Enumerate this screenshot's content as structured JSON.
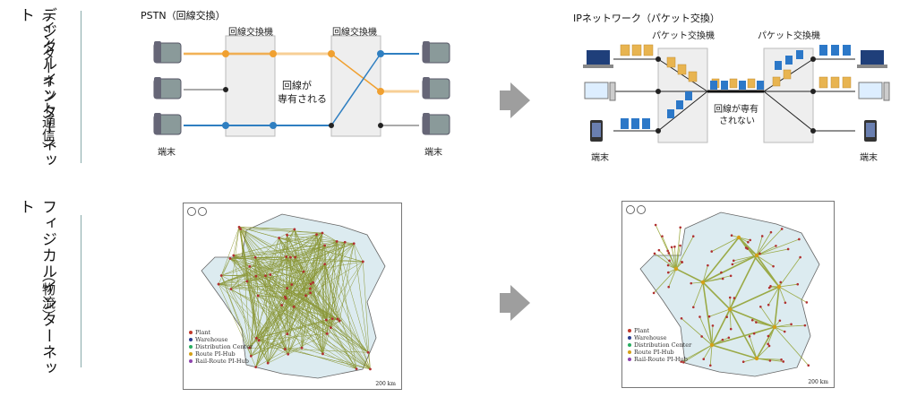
{
  "rows": {
    "top": {
      "main": "デジタルインターネット",
      "sub": "（インターネット通信）"
    },
    "bottom": {
      "main": "フィジカルインターネット",
      "sub": "（物流）"
    }
  },
  "pstn": {
    "title": "PSTN（回線交換）",
    "switch1": "回線交換機",
    "switch2": "回線交換機",
    "center_text_1": "回線が",
    "center_text_2": "専有される",
    "terminal_left": "端末",
    "terminal_right": "端末"
  },
  "ipnet": {
    "title": "IPネットワーク（パケット交換）",
    "switch1": "パケット交換機",
    "switch2": "パケット交換機",
    "center_text_1": "回線が専有",
    "center_text_2": "されない",
    "terminal_left": "端末",
    "terminal_right": "端末"
  },
  "map_legend": [
    "Plant",
    "Warehouse",
    "Distribution Center",
    "Route PI-Hub",
    "Rail-Route PI-Hub"
  ],
  "map_scale": "200 km",
  "colors": {
    "orange_line": "#f0a030",
    "blue_line": "#2f7fc1",
    "gray_line": "#555555",
    "network_green": "#8a8c1e",
    "arrow_gray": "#9e9e9e",
    "packet_blue": "#2c78c8",
    "packet_orange": "#e8b450"
  }
}
